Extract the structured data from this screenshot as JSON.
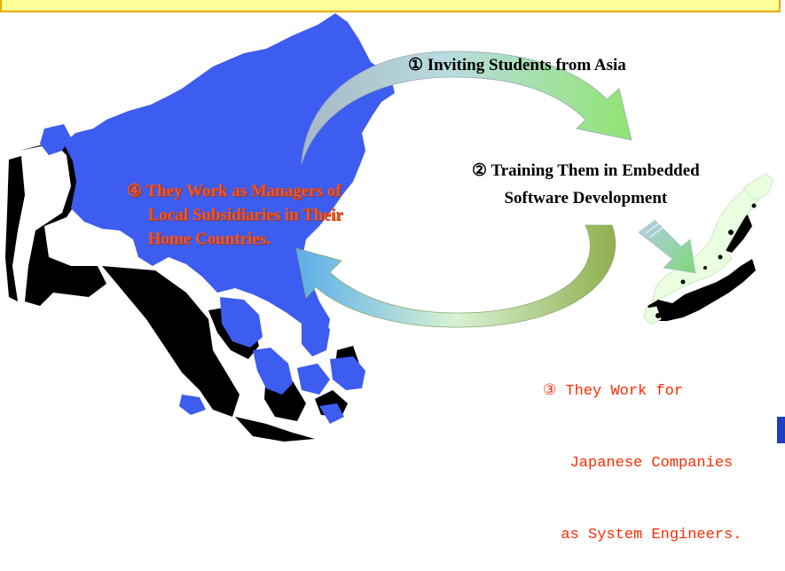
{
  "steps": {
    "step1": "① Inviting Students from Asia",
    "step2": {
      "line1": "② Training Them in Embedded",
      "line2": "Software Development"
    },
    "step3": {
      "line1": "③ They Work for",
      "line2": "   Japanese Companies",
      "line3": "  as System Engineers."
    },
    "step4": {
      "line1": "④ They Work as Managers of",
      "line2": "     Local Subsidiaries in Their",
      "line3": "     Home Countries."
    }
  },
  "colors": {
    "asia_map": "#3d5cf0",
    "map_shadow": "#000000",
    "japan_map": "#e9ffe0",
    "orange_text": "#ee5522",
    "red_text": "#ff2a00",
    "banner_fill": "#ffff99",
    "banner_border": "#e8a800"
  },
  "icons": [
    "asia-map-icon",
    "japan-map-icon",
    "cycle-arrow-top-icon",
    "cycle-arrow-bottom-icon",
    "small-arrow-icon"
  ]
}
